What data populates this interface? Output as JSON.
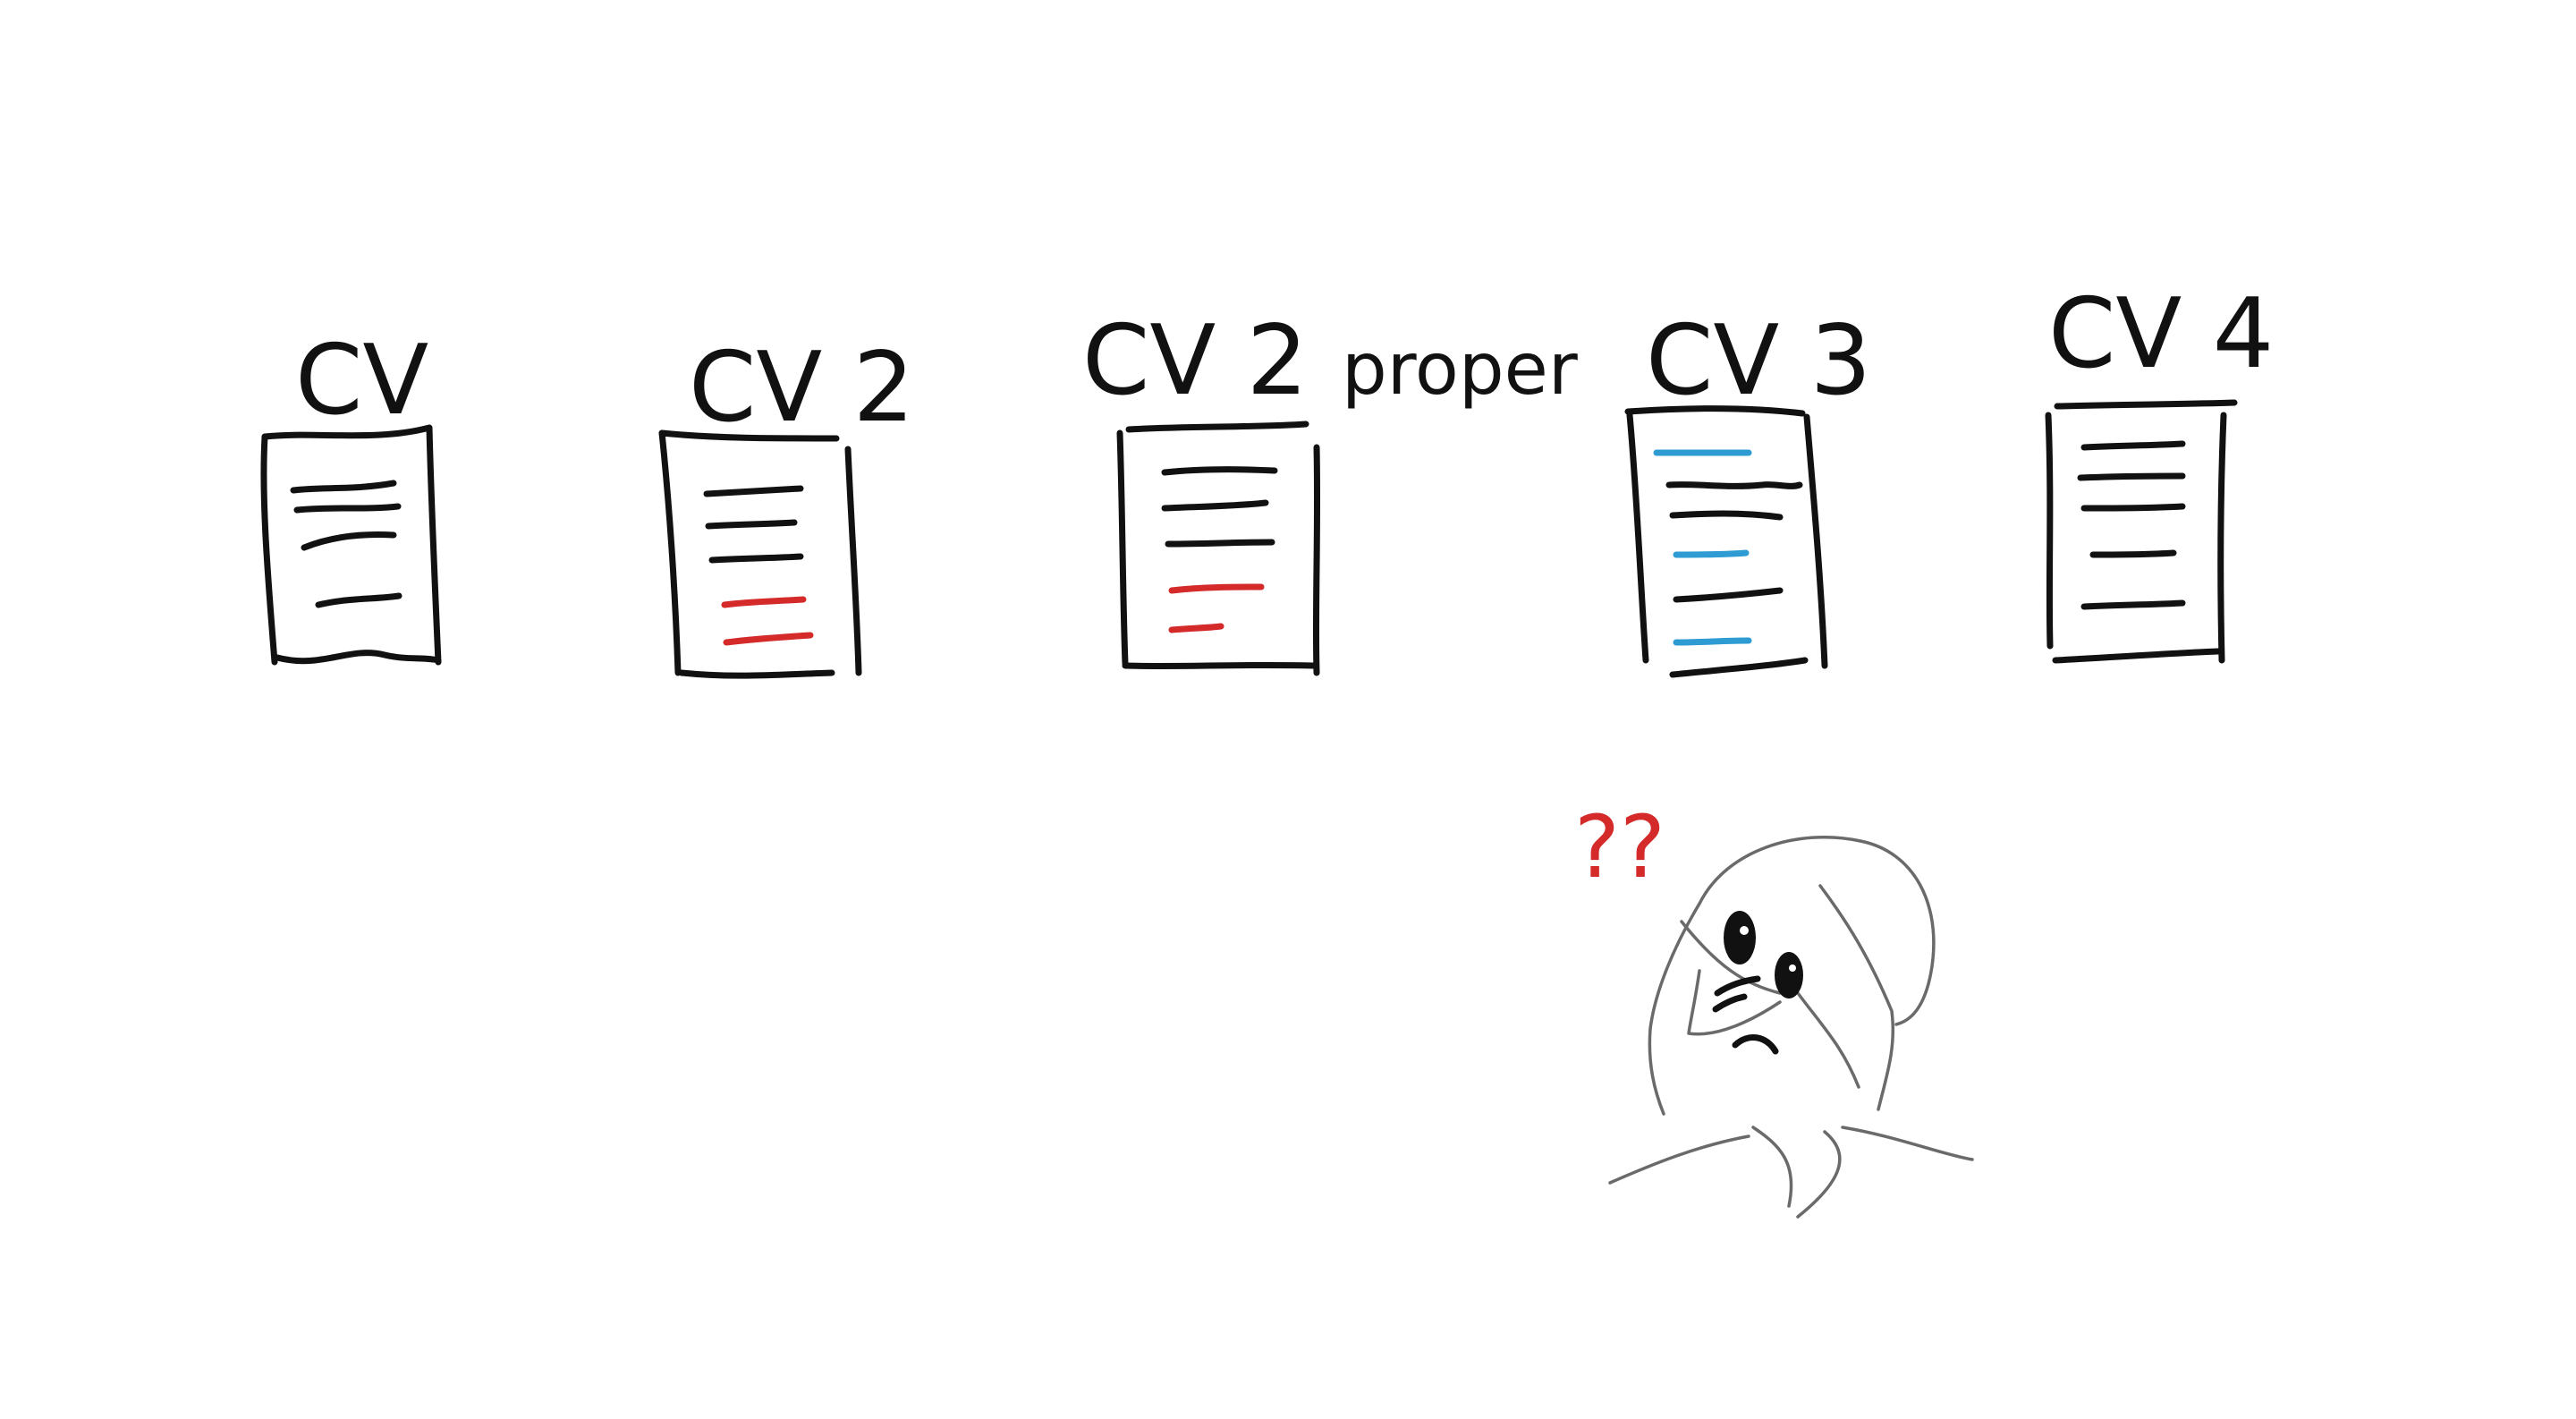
{
  "documents": [
    {
      "label": "CV",
      "note": "",
      "line_colors": [
        "ink",
        "ink",
        "ink",
        "ink"
      ]
    },
    {
      "label": "CV 2",
      "note": "",
      "line_colors": [
        "ink",
        "ink",
        "ink",
        "red",
        "red"
      ]
    },
    {
      "label": "CV 2",
      "note": "proper",
      "line_colors": [
        "ink",
        "ink",
        "ink",
        "red",
        "red"
      ]
    },
    {
      "label": "CV 3",
      "note": "",
      "line_colors": [
        "blue",
        "ink",
        "ink",
        "blue",
        "ink",
        "blue"
      ]
    },
    {
      "label": "CV 4",
      "note": "",
      "line_colors": [
        "ink",
        "ink",
        "ink",
        "ink",
        "ink",
        "ink"
      ]
    }
  ],
  "confusion": {
    "marks": "??"
  },
  "colors": {
    "ink": "#111111",
    "red": "#d42a2a",
    "blue": "#2f9bd3",
    "sketch": "#6a6a6a"
  }
}
